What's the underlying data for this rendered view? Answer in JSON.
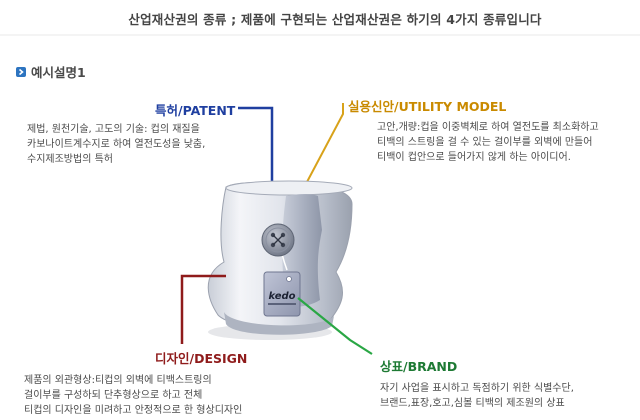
{
  "title": "산업재산권의 종류 ; 제품에 구현되는 산업재산권은 하기의 4가지 종류입니다",
  "section_label": "예시설명1",
  "patent": {
    "heading": "특허/PATENT",
    "lines": [
      "제법, 원천기술, 고도의 기술: 컵의 재질을",
      "카보나이트계수지로 하여 열전도성을 낮춤,",
      "수지제조방법의 특허"
    ]
  },
  "utility_model": {
    "heading": "실용신안/UTILITY MODEL",
    "lines": [
      "고안,개량:컵을 이중벽체로 하여 열전도를 최소화하고",
      "티백의 스트링을 걸 수 있는 걸이부를 외벽에 만들어",
      "티백이 컵안으로 들어가지 않게 하는 아이디어."
    ]
  },
  "design": {
    "heading": "디자인/DESIGN",
    "lines": [
      "제품의 외관형상:티컵의 외벽에 티백스트링의",
      "걸이부를 구성하되 단추형상으로 하고 전체",
      "티컵의 디자인을 미려하고 안정적으로 한 형상디자인"
    ]
  },
  "brand": {
    "heading": "상표/BRAND",
    "lines": [
      "자기 사업을 표시하고 독점하기 위한 식별수단,",
      "브랜드,표장,호고,심볼 티백의 제조원의 상표"
    ]
  },
  "tag_text": "kedo",
  "colors": {
    "patent": "#1f3fa0",
    "utility": "#d8a21a",
    "design": "#8f1b1b",
    "brand": "#2aa745",
    "bullet": "#2d74c0"
  }
}
